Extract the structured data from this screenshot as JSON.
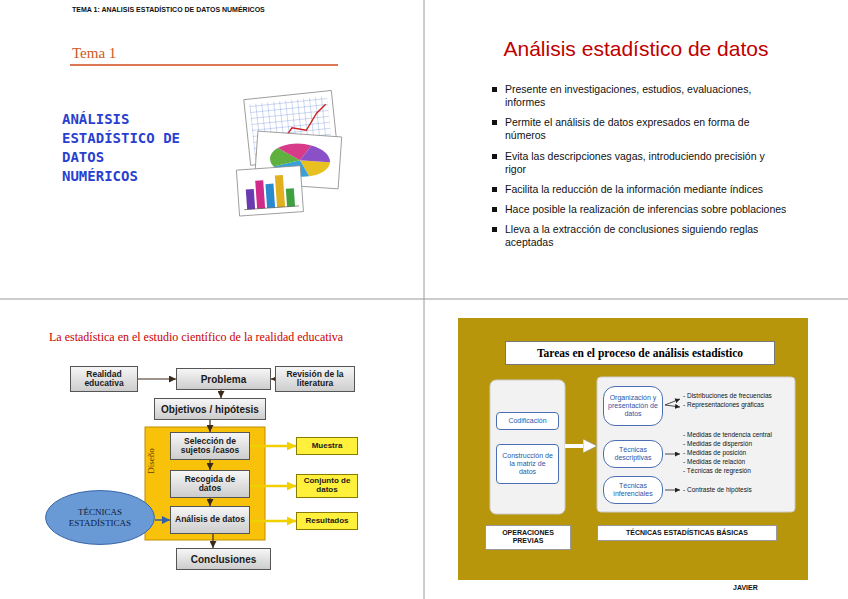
{
  "diagram": {
    "nodes": [
      {
        "text": [
          "Realidad educativa"
        ]
      },
      {
        "text": [
          "Problema"
        ]
      },
      {
        "text": [
          "Revisión de la literatura"
        ]
      },
      {
        "text": [
          "Objetivos / hipótesis"
        ]
      },
      {
        "text": [
          "Diseño"
        ]
      },
      {
        "text": [
          "Selección de sujetos /casos"
        ],
        "in": 4
      },
      {
        "text": [
          "Recogida de datos"
        ],
        "in": 4
      },
      {
        "text": [
          "Análisis de datos"
        ],
        "in": 4
      },
      {
        "text": [
          "Muestra"
        ]
      },
      {
        "text": [
          "Conjunto de datos"
        ]
      },
      {
        "text": [
          "Resultados"
        ]
      },
      {
        "text": [
          "TÉCNICAS ESTADÍSTICAS"
        ]
      },
      {
        "text": [
          "Conclusiones"
        ]
      },
      {
        "text": [
          "Tareas en el proceso de análisis estadístico"
        ]
      },
      {
        "text": [
          "OPERACIONES PREVIAS"
        ]
      },
      {
        "text": [
          "Codificación"
        ],
        "in": 14
      },
      {
        "text": [
          "Construcción de la matriz de datos"
        ],
        "in": 14
      },
      {
        "text": [
          "TÉCNICAS ESTADÍSTICAS BÁSICAS"
        ]
      },
      {
        "text": [
          "Organización y presentación de datos"
        ],
        "in": 17
      },
      {
        "text": [
          "Técnicas descriptivas"
        ],
        "in": 17
      },
      {
        "text": [
          "Técnicas inferenciales"
        ],
        "in": 17
      }
    ],
    "edges": [
      {
        "from": 0,
        "to": 1,
        "arrow": "to"
      },
      {
        "from": 2,
        "to": 1,
        "arrow": "to"
      },
      {
        "from": 1,
        "to": 3,
        "arrow": "to"
      },
      {
        "from": 3,
        "to": 5,
        "arrow": "to"
      },
      {
        "from": 5,
        "to": 6,
        "arrow": "to"
      },
      {
        "from": 6,
        "to": 7,
        "arrow": "to"
      },
      {
        "from": 7,
        "to": 12,
        "arrow": "to"
      },
      {
        "from": 5,
        "to": 8,
        "arrow": "to"
      },
      {
        "from": 6,
        "to": 9,
        "arrow": "to"
      },
      {
        "from": 7,
        "to": 10,
        "arrow": "to"
      },
      {
        "from": 11,
        "to": 7,
        "arrow": "to"
      },
      {
        "from": 14,
        "to": 17,
        "arrow": "to"
      }
    ],
    "labels": [
      "TEMA 1: ANALISIS ESTADÍSTICO DE DATOS NUMÉRICOS",
      "Tema 1",
      "ANÁLISIS ESTADÍSTICO DE DATOS NUMÉRICOS",
      "Análisis estadístico de datos",
      "Presente en investigaciones, estudios, evaluaciones, informes",
      "Permite el análisis de datos expresados en forma de números",
      "Evita las descripciones vagas, introduciendo precisión y rigor",
      "Facilita la reducción de la información mediante índices",
      "Hace posible la realización de inferencias sobre poblaciones",
      "Lleva a la extracción de conclusiones siguiendo reglas aceptadas",
      "La estadística en el estudio científico de la realidad educativa",
      "- Distribuciones de frecuencias",
      "- Representaciones gráficas",
      "- Medidas de tendencia central",
      "- Medidas de dispersión",
      "- Medidas de posición",
      "- Medidas de relación",
      "- Técnicas de regresión",
      "- Contraste de hipótesis",
      "JAVIER"
    ]
  }
}
